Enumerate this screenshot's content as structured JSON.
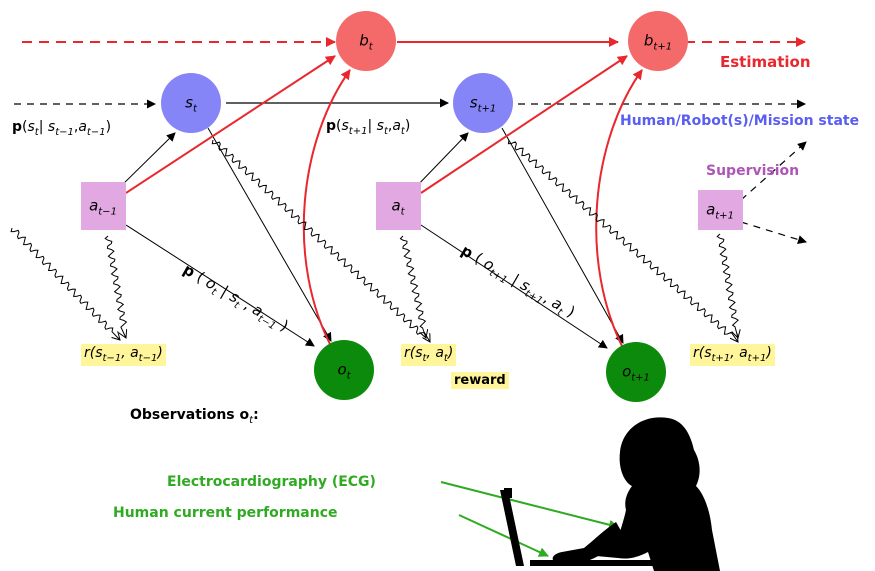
{
  "nodes": {
    "b_t": {
      "main": "b",
      "sub": "t",
      "color": "#f46a6a"
    },
    "b_t1": {
      "main": "b",
      "sub": "t+1",
      "color": "#f46a6a"
    },
    "s_t": {
      "main": "s",
      "sub": "t",
      "color": "#8585f7"
    },
    "s_t1": {
      "main": "s",
      "sub": "t+1",
      "color": "#8585f7"
    },
    "a_tm1": {
      "main": "a",
      "sub": "t−1",
      "color": "#e2a8e2"
    },
    "a_t": {
      "main": "a",
      "sub": "t",
      "color": "#e2a8e2"
    },
    "a_t1": {
      "main": "a",
      "sub": "t+1",
      "color": "#e2a8e2"
    },
    "o_t": {
      "main": "o",
      "sub": "t",
      "color": "#0c8a0c"
    },
    "o_t1": {
      "main": "o",
      "sub": "t+1",
      "color": "#0c8a0c"
    }
  },
  "labels": {
    "estimation": "Estimation",
    "state": "Human/Robot(s)/Mission state",
    "supervision": "Supervision",
    "reward": "reward",
    "observations": "Observations o",
    "observations_sub": "t",
    "observations_colon": ":",
    "ecg": "Electrocardiography (ECG)",
    "performance": "Human current performance"
  },
  "transitions": {
    "p1": "p(s_t | s_{t−1}, a_{t−1})",
    "p2": "p(s_{t+1} | s_t, a_t)"
  },
  "observation_models": {
    "o1": "p(o_t | s_t, a_{t−1})",
    "o2": "p(o_{t+1} | s_{t+1}, a_t)"
  },
  "rewards": {
    "r1": "r(s_{t−1}, a_{t−1})",
    "r2": "r(s_t, a_t)",
    "r3": "r(s_{t+1}, a_{t+1})"
  },
  "colors": {
    "red_arrow": "#e8282e",
    "black_arrow": "#000000",
    "green_arrow": "#2faa22",
    "highlight": "#fff59a"
  }
}
